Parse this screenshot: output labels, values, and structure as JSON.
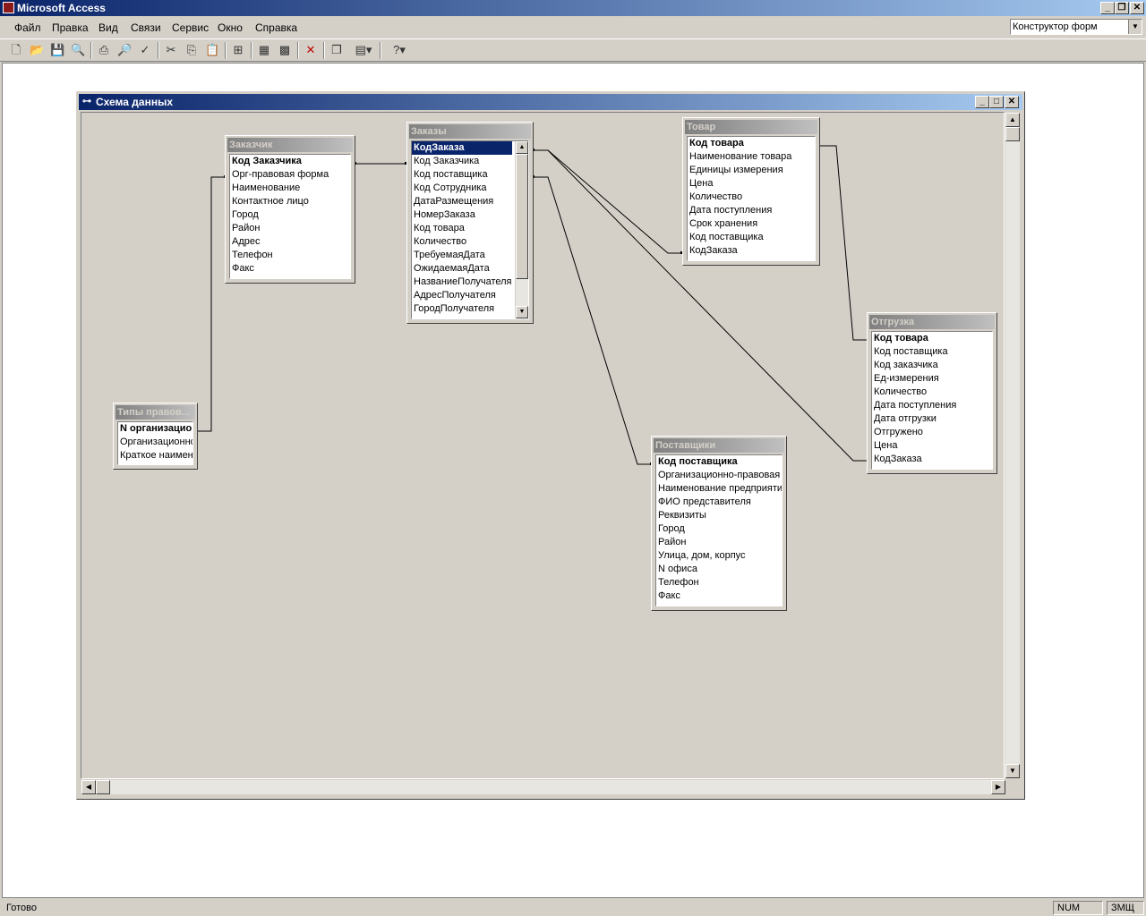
{
  "app": {
    "title": "Microsoft Access"
  },
  "menu": [
    "Файл",
    "Правка",
    "Вид",
    "Связи",
    "Сервис",
    "Окно",
    "Справка"
  ],
  "toolbar": {
    "form_designer": "Конструктор форм"
  },
  "window": {
    "title": "Схема данных"
  },
  "tables": {
    "zakazchik": {
      "title": "Заказчик",
      "fields": [
        "Код Заказчика",
        "Орг-правовая форма",
        "Наименование",
        "Контактное лицо",
        "Город",
        "Район",
        "Адрес",
        "Телефон",
        "Факс"
      ]
    },
    "zakazy": {
      "title": "Заказы",
      "fields": [
        "КодЗаказа",
        "Код Заказчика",
        "Код поставщика",
        "Код Сотрудника",
        "ДатаРазмещения",
        "НомерЗаказа",
        "Код товара",
        "Количество",
        "ТребуемаяДата",
        "ОжидаемаяДата",
        "НазваниеПолучателя",
        "АдресПолучателя",
        "ГородПолучателя"
      ]
    },
    "tovar": {
      "title": "Товар",
      "fields": [
        "Код товара",
        "Наименование товара",
        "Единицы измерения",
        "Цена",
        "Количество",
        "Дата поступления",
        "Срок хранения",
        "Код поставщика",
        "КодЗаказа"
      ]
    },
    "otgruzka": {
      "title": "Отгрузка",
      "fields": [
        "Код товара",
        "Код поставщика",
        "Код заказчика",
        "Ед-измерения",
        "Количество",
        "Дата поступления",
        "Дата отгрузки",
        "Отгружено",
        "Цена",
        "КодЗаказа"
      ]
    },
    "tipy": {
      "title": "Типы правов...",
      "fields": [
        "N организационн",
        "Организационно-",
        "Краткое наимен"
      ]
    },
    "postavshiki": {
      "title": "Поставщики",
      "fields": [
        "Код поставщика",
        "Организационно-правовая",
        "Наименование предприятия",
        "ФИО представителя",
        "Реквизиты",
        "Город",
        "Район",
        "Улица, дом, корпус",
        "N офиса",
        "Телефон",
        "Факс"
      ]
    }
  },
  "status": {
    "ready": "Готово",
    "num": "NUM",
    "zmsh": "ЗМЩ"
  }
}
